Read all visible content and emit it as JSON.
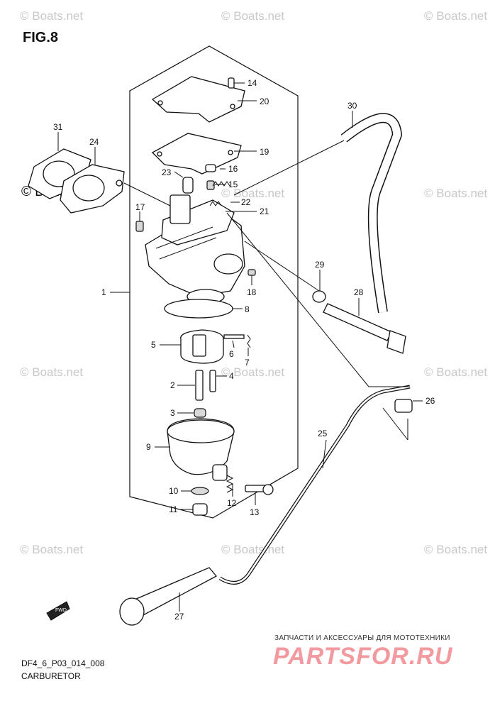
{
  "figure": {
    "title": "FIG.8",
    "code": "DF4_6_P03_014_008",
    "caption": "CARBURETOR"
  },
  "watermark": {
    "text": "© Boats.net",
    "color": "#c8c8c8",
    "dark_text": "© Boats.net"
  },
  "shop": {
    "tagline": "ЗАПЧАСТИ И АКСЕССУАРЫ ДЛЯ МОТОТЕХНИКИ",
    "brand": "PARTSFOR.RU",
    "brand_color": "#f29aa0"
  },
  "fwd_label": "FWD",
  "callouts": [
    "1",
    "2",
    "3",
    "4",
    "5",
    "6",
    "7",
    "8",
    "9",
    "10",
    "11",
    "12",
    "13",
    "14",
    "15",
    "16",
    "17",
    "18",
    "19",
    "20",
    "21",
    "22",
    "23",
    "24",
    "25",
    "26",
    "27",
    "28",
    "29",
    "30",
    "31"
  ]
}
